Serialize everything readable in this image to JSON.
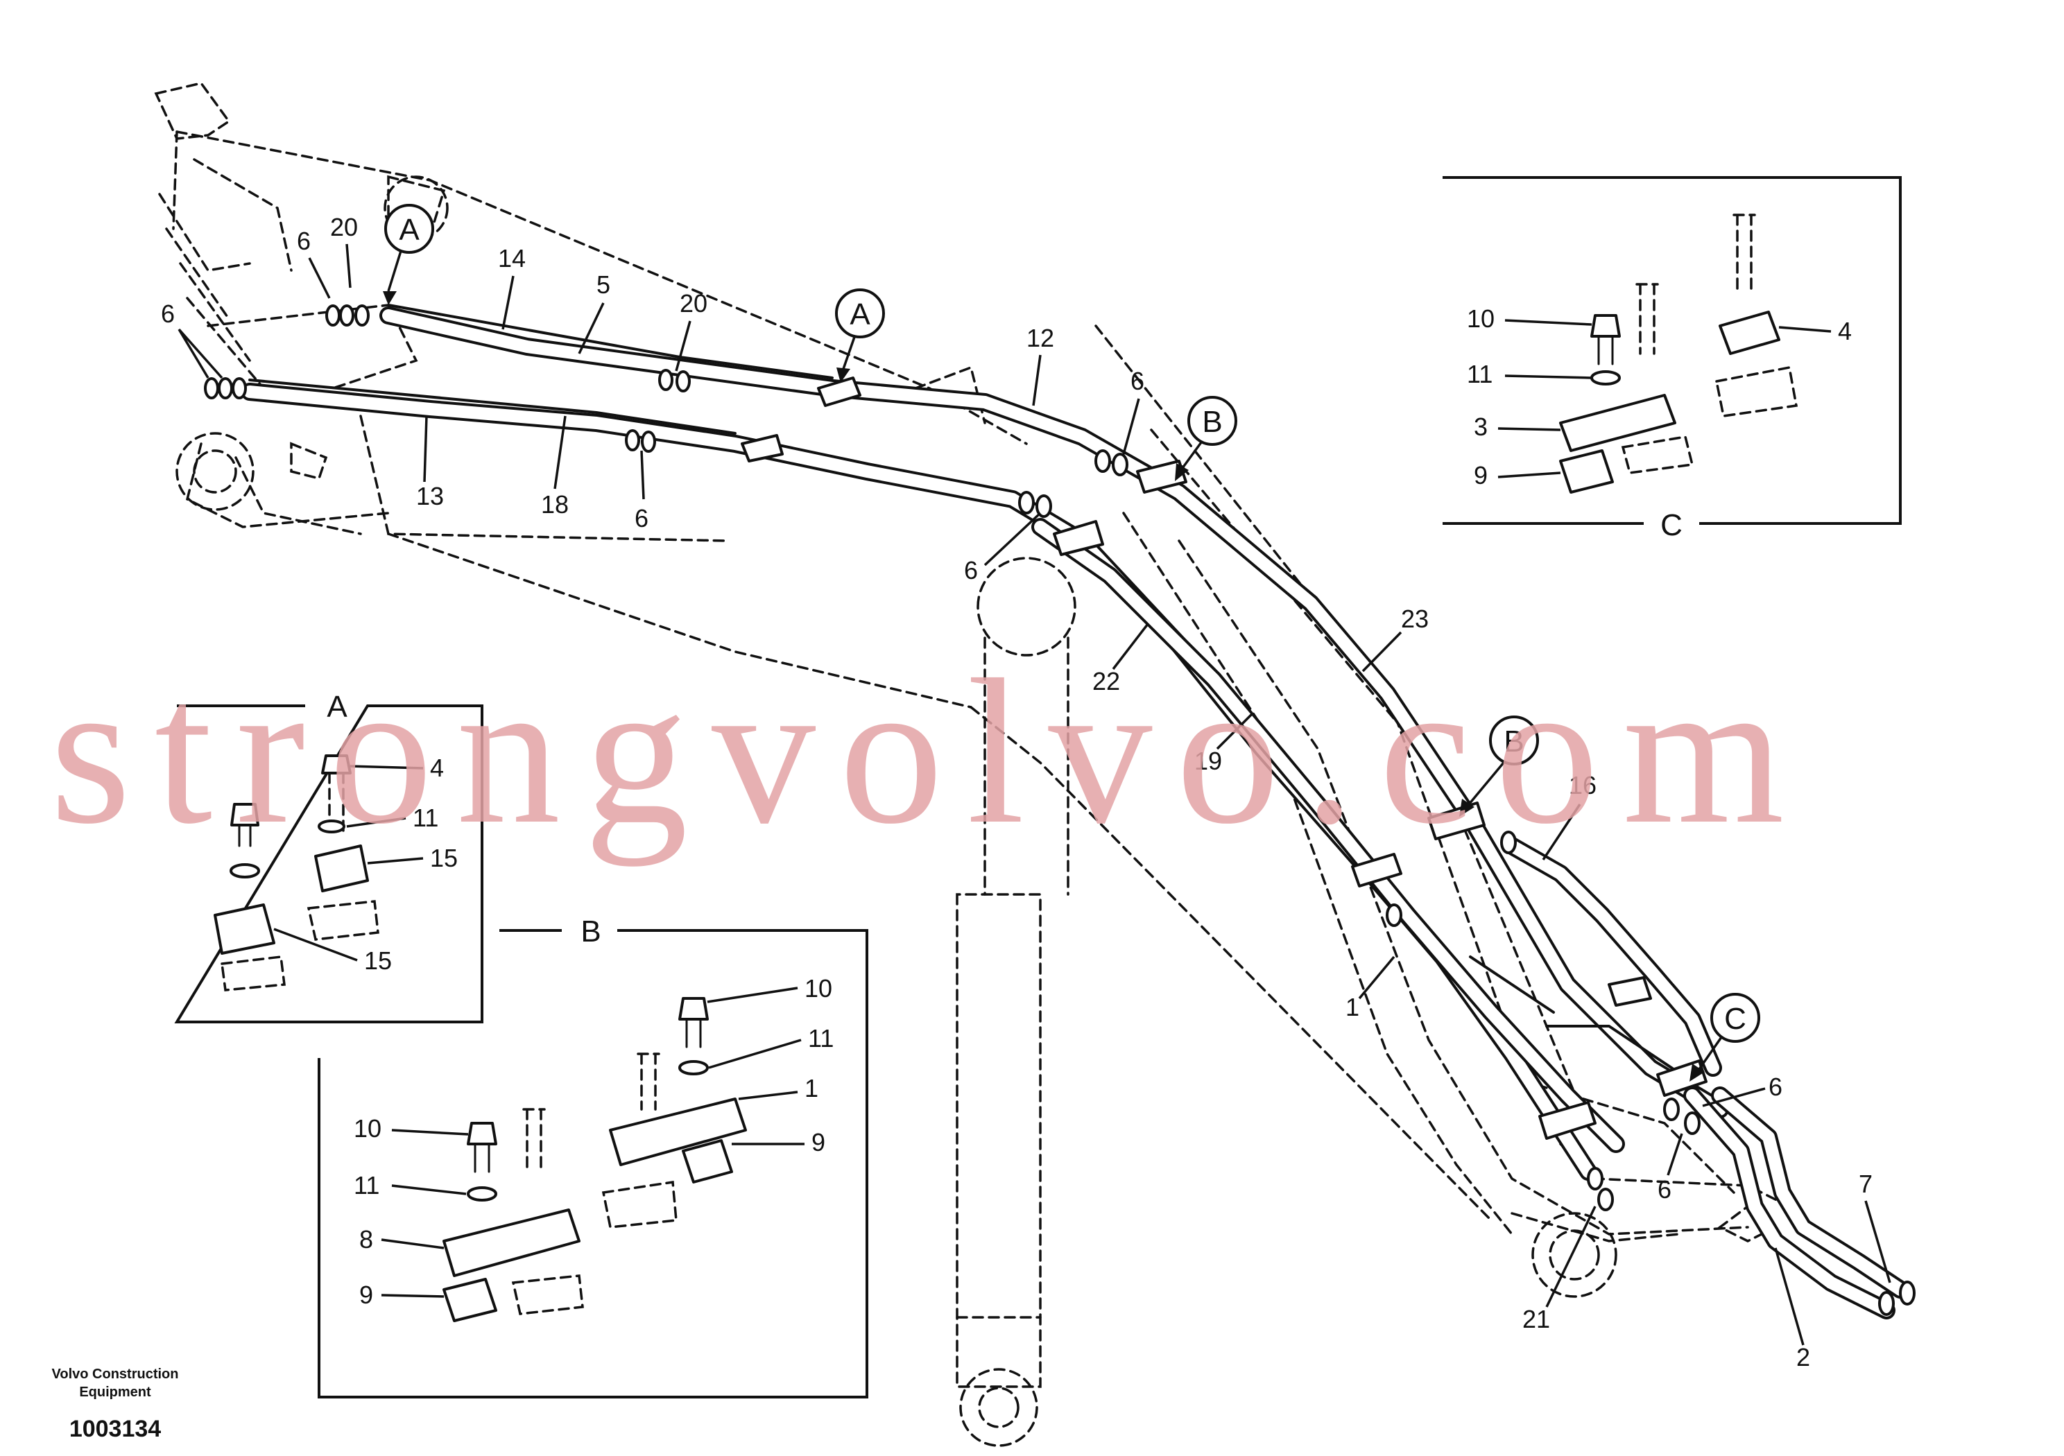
{
  "watermark": "strongvolvo.com",
  "footer": {
    "manufacturer_line1": "Volvo Construction",
    "manufacturer_line2": "Equipment",
    "document_number": "1003134"
  },
  "detail_captions": {
    "a": "A",
    "b": "B",
    "c": "C"
  },
  "view_markers": {
    "a1": "A",
    "a2": "A",
    "b1": "B",
    "b2": "B",
    "c1": "C"
  },
  "callouts": {
    "main": {
      "c20a": "20",
      "c6a": "6",
      "c14": "14",
      "c5": "5",
      "c20b": "20",
      "c6b": "6",
      "c13": "13",
      "c18": "18",
      "c6c": "6",
      "c12": "12",
      "c6d": "6",
      "c6e": "6",
      "c22": "22",
      "c23": "23",
      "c19": "19",
      "c16": "16",
      "c1": "1",
      "c6f": "6",
      "c6g": "6",
      "c7": "7",
      "c21": "21",
      "c2": "2"
    },
    "detail_a": {
      "c4": "4",
      "c11": "11",
      "c15a": "15",
      "c15b": "15"
    },
    "detail_b": {
      "c10a": "10",
      "c11a": "11",
      "c1": "1",
      "c9a": "9",
      "c10b": "10",
      "c11b": "11",
      "c8": "8",
      "c9b": "9"
    },
    "detail_c": {
      "c10": "10",
      "c11": "11",
      "c3": "3",
      "c9": "9",
      "c4": "4"
    }
  }
}
